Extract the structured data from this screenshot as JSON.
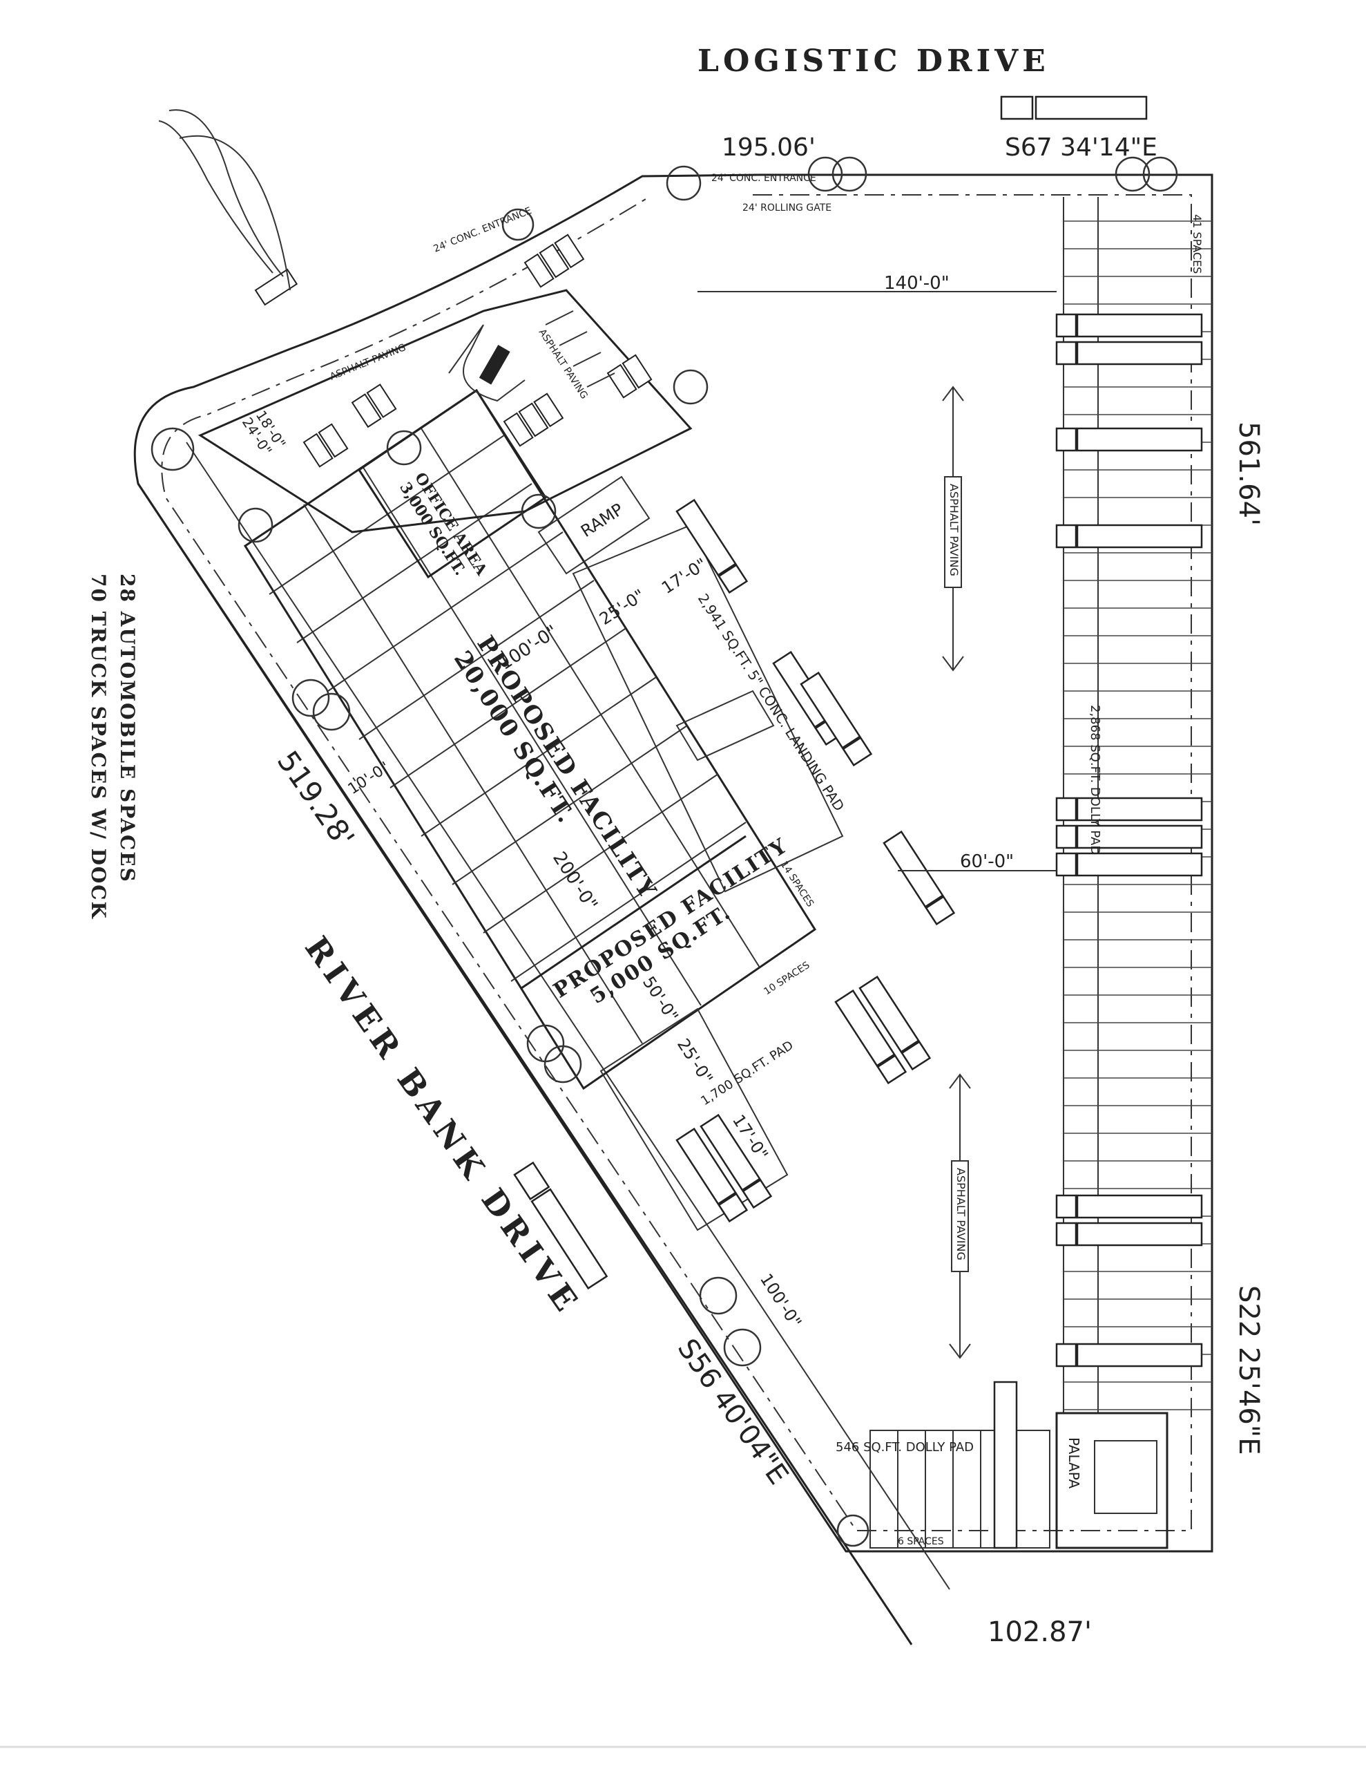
{
  "streets": {
    "logistic_drive": "LOGISTIC DRIVE",
    "river_bank_drive": "RIVER BANK DRIVE"
  },
  "legend": {
    "line1": "28 AUTOMOBILE SPACES",
    "line2": "70 TRUCK SPACES W/ DOCK"
  },
  "boundary": {
    "north_length": "195.06'",
    "north_bearing": "S67 34'14\"E",
    "east_length": "561.64'",
    "east_bearing": "S22 25'46\"E",
    "south_length": "102.87'",
    "southwest_bearing": "S56 40'04\"E",
    "west_length": "519.28'"
  },
  "buildings": {
    "office_name": "OFFICE AREA",
    "office_area": "3,000 SQ.FT.",
    "main_name": "PROPOSED FACILITY",
    "main_area": "20,000 SQ.FT.",
    "small_name": "PROPOSED FACILITY",
    "small_area": "5,000 SQ.FT.",
    "palapa": "PALAPA",
    "ramp": "RAMP"
  },
  "dimensions": {
    "d140": "140'-0\"",
    "d60": "60'-0\"",
    "d100a": "100'-0\"",
    "d200": "200'-0\"",
    "d25a": "25'-0\"",
    "d17a": "17'-0\"",
    "d50": "50'-0\"",
    "d25b": "25'-0\"",
    "d17b": "17'-0\"",
    "d100b": "100'-0\"",
    "d10": "10'-0\"",
    "d18": "18'-0\"",
    "d24": "24'-0\""
  },
  "annotations": {
    "conc_entrance_1": "24' CONC. ENTRANCE",
    "conc_entrance_2": "24' CONC. ENTRANCE",
    "rolling_gate": "24' ROLLING GATE",
    "spaces_41": "41 SPACES",
    "asphalt_1": "ASPHALT PAVING",
    "asphalt_2": "ASPHALT PAVING",
    "dolly_pad_east": "2,868 SQ.FT. DOLLY PAD",
    "landing_pad": "2,941 SQ.FT. 5\" CONC. LANDING PAD",
    "spaces_14": "14 SPACES",
    "pad_1700": "1,700 SQ.FT. PAD",
    "spaces_10": "10 SPACES",
    "dolly_pad_south": "546 SQ.FT. DOLLY PAD",
    "spaces_6": "6 SPACES",
    "asphalt_lot_1": "ASPHALT PAVING",
    "asphalt_lot_2": "ASPHALT PAVING"
  }
}
